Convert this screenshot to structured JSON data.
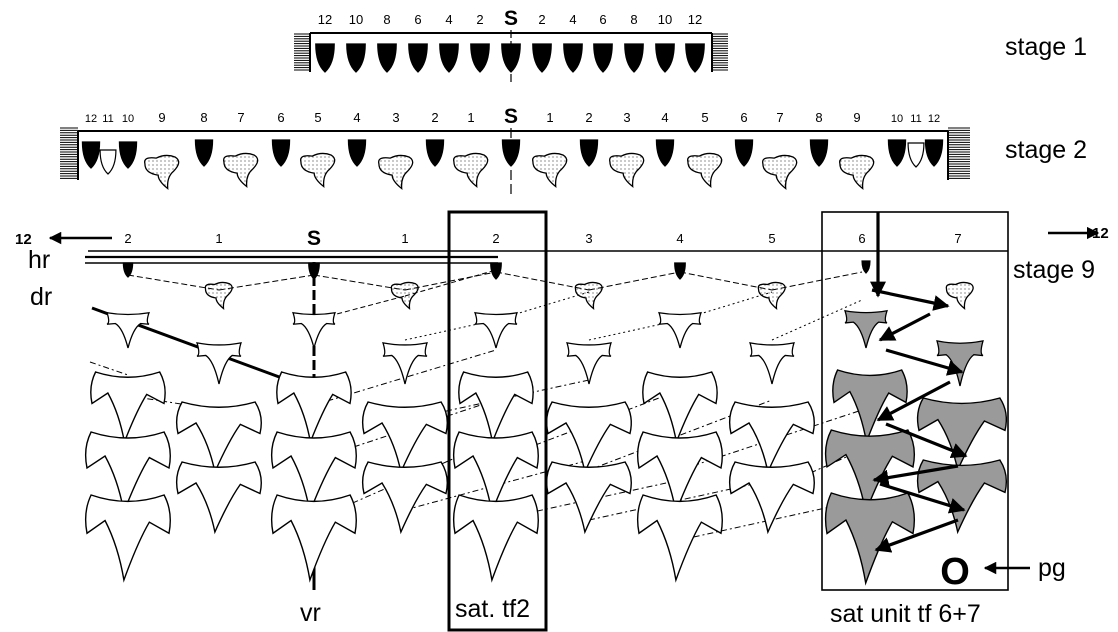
{
  "stage1": {
    "label": "stage 1",
    "left_numbers": [
      "12",
      "10",
      "8",
      "6",
      "4",
      "2"
    ],
    "center": "S",
    "right_numbers": [
      "2",
      "4",
      "6",
      "8",
      "10",
      "12"
    ]
  },
  "stage2": {
    "label": "stage 2",
    "left_numbers": [
      "12",
      "11",
      "10",
      "9",
      "8",
      "7",
      "6",
      "5",
      "4",
      "3",
      "2",
      "1"
    ],
    "center": "S",
    "right_numbers": [
      "1",
      "2",
      "3",
      "4",
      "5",
      "6",
      "7",
      "8",
      "9",
      "10",
      "11",
      "12"
    ]
  },
  "stage9": {
    "label": "stage 9",
    "numbers_left": [
      "2",
      "1"
    ],
    "center": "S",
    "numbers_right": [
      "1",
      "2",
      "3",
      "4",
      "5",
      "6",
      "7"
    ],
    "left_arrow": "12",
    "right_arrow": "12",
    "row_labels": {
      "hr": "hr",
      "dr": "dr",
      "vr": "vr",
      "pg": "pg"
    },
    "pg_symbol": "O",
    "box1_label": "sat. tf2",
    "box2_label": "sat unit tf 6+7"
  },
  "colors": {
    "ink": "#000000",
    "shaded_tooth": "#9a9a9a",
    "paper": "#ffffff"
  },
  "icons": [
    "germ-tooth-icon",
    "tricuspid-tooth-icon",
    "tooth-file-icon",
    "arrow-icon"
  ]
}
